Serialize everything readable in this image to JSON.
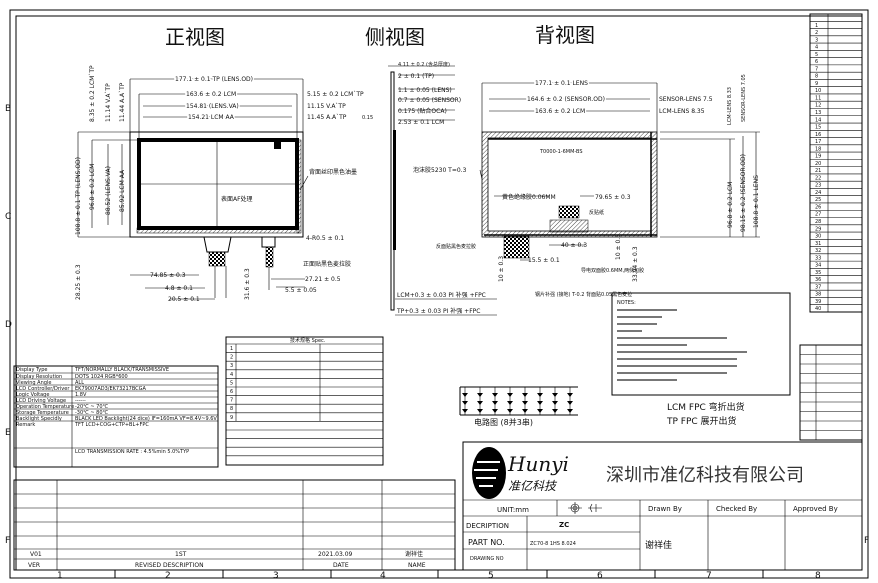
{
  "views": {
    "front": "正视图",
    "side": "侧视图",
    "back": "背视图"
  },
  "zone_rows": [
    "B",
    "C",
    "D",
    "E",
    "F"
  ],
  "zone_cols": [
    "1",
    "2",
    "3",
    "4",
    "5",
    "6",
    "7",
    "8"
  ],
  "front_dims": {
    "tp_od_w": "177.1 ± 0.1 TP (LENS.OD)",
    "lcm_w": "163.6 ± 0.2 LCM",
    "lens_va_w": "154.81 (LENS.VA)",
    "lcm_aa_w": "154.21 LCM AA",
    "lcm_tp_off": "5.15 ± 0.2 LCM`TP",
    "va_tp_off": "11.15 V.A`TP",
    "aa_tp_off": "11.45 A.A`TP",
    "lcm_tp_top": "8.35 ± 0.2 LCM`TP",
    "va_tp_top": "11.14 V.A`TP",
    "aa_tp_top": "11.44 A.A`TP",
    "tp_od_h": "108.8 ± 0.1 TP (LENS.OD)",
    "lcm_h": "96.8 ± 0.2 LCM",
    "lens_va_h": "88.52 (LENS.VA)",
    "lcm_aa_h": "85.92 LCM AA",
    "back_note": "背面丝印黑色油墨",
    "surface_note": "表面AF处理",
    "radius": "4-R0.5 ± 0.1",
    "corner_note": "正面贴黑色麦拉胶",
    "fpc1": "74.85 ± 0.3",
    "fpc2": "4.8 ± 0.1",
    "fpc3": "20.5 ± 0.1",
    "fpc4": "27.21 ± 0.5",
    "fpc5": "5.5 ± 0.05",
    "fpc_len1": "28.25 ± 0.3",
    "fpc_len2": "31.6 ± 0.3",
    "flatness": "0.15"
  },
  "side_dims": {
    "total": "4.11 ± 0.2 (含总厚度)",
    "tp": "2 ± 0.1 (TP)",
    "lens": "1.1 ± 0.05 (LENS)",
    "sensor": "0.7 ± 0.05 (SENSOR)",
    "oca": "0.175 (贴合OCA)",
    "lcm": "2.53 ± 0.1 LCM",
    "lcm_fpc": "LCM+0.3 ± 0.03 PI 补强 +FPC",
    "tp_fpc": "TP+0.3 ± 0.03 PI 补强 +FPC"
  },
  "back_dims": {
    "lens_w": "177.1 ± 0.1 LENS",
    "sensor_w": "164.6 ± 0.2 (SENSOR.OD)",
    "lcm_w": "163.6 ± 0.2 LCM",
    "sensor_lens": "SENSOR-LENS 7.5",
    "lcm_lens": "LCM-LENS 8.35",
    "sensor_lens_v": "SENSOR-LENS 7.05",
    "lcm_lens_v": "LCM-LENS 8.33",
    "lcm_h": "96.8 ± 0.2 LCM",
    "sensor_h": "98.15 ± 0.2 (SENSOR.OD)",
    "lens_h": "108.8 ± 0.1 LENS",
    "foam": "泡沫胶5230 T=0.3",
    "yellow_tape": "黄色绝缘胶0.06MM",
    "d1": "79.65 ± 0.3",
    "d2": "40 ± 0.3",
    "d3": "15.5 ± 0.1",
    "d4": "10 ± 0.3",
    "d5": "10 ± 0.3",
    "d6": "33.94 ± 0.3",
    "stiffener": "反面贴黑色麦拉胶",
    "conductive": "导电双面胶0.6MM,两侧包胶",
    "steel": "钢片补强 (接地) T-0.2 背面贴0.05黑色麦拉",
    "label": "反贴纸",
    "center_label": "T0000-1-6MM-BS"
  },
  "circuit_caption": "电路图 (8并3串)",
  "shipping": [
    "LCM FPC 弯折出货",
    "TP FPC 展开出货"
  ],
  "notes_title": "NOTES:",
  "spec_table": [
    [
      "Display Type",
      "TFT/NORMALLY BLACK/TRANSMISSIVE"
    ],
    [
      "Display Resolution",
      "DOTS 1024 RGB*600"
    ],
    [
      "Viewing Angle",
      "ALL"
    ],
    [
      "LCD Controller/Driver",
      "EK79007AD3/EK73217BCGA"
    ],
    [
      "Logic Voltage",
      "1.8V"
    ],
    [
      "LCD Driving Voltage",
      "------"
    ],
    [
      "Operation Temperature",
      "-20℃ ~ 70℃"
    ],
    [
      "Storage Temperature",
      "-30℃ ~ 80℃"
    ],
    [
      "Backlight Specidly",
      "BLACK LED Backlight(24 dice) IF=160mA VF=8.4V~9.6V"
    ],
    [
      "Remark",
      "TFT LCD+COG+CTP+BL+FPC"
    ],
    [
      "",
      "LCD TRANSMISSION RATE : 4.5%min 5.0%TYP"
    ]
  ],
  "spec2_title": "技术规格 Spec.",
  "spec2_rows": [
    "1",
    "2",
    "3",
    "4",
    "5",
    "6",
    "7",
    "8",
    "9"
  ],
  "pin_table": {
    "rows": [
      "1",
      "2",
      "3",
      "4",
      "5",
      "6",
      "7",
      "8",
      "9",
      "10",
      "11",
      "12",
      "13",
      "14",
      "15",
      "16",
      "17",
      "18",
      "19",
      "20",
      "21",
      "22",
      "23",
      "24",
      "25",
      "26",
      "27",
      "28",
      "29",
      "30",
      "31",
      "32",
      "33",
      "34",
      "35",
      "36",
      "37",
      "38",
      "39",
      "40"
    ]
  },
  "title_block": {
    "logo_en": "Hunyi",
    "logo_cn": "准亿科技",
    "company": "深圳市准亿科技有限公司",
    "unit": "UNIT:mm",
    "drawn_by": "Drawn By",
    "checked_by": "Checked By",
    "approved_by": "Approved By",
    "description_label": "DECRIPTION",
    "description_value": "ZC",
    "part_no_label": "PART NO.",
    "part_no_value": "ZC70-8 1HS 8.024",
    "drawing_no_label": "DRAWING NO",
    "drawn_name": "谢祥佳"
  },
  "revision": {
    "row": {
      "ver": "V01",
      "desc": "1ST",
      "date": "2021.03.09",
      "name": "谢祥佳"
    },
    "headers": {
      "ver": "VER",
      "desc": "REVISED DESCRIPTION",
      "date": "DATE",
      "name": "NAME"
    }
  }
}
